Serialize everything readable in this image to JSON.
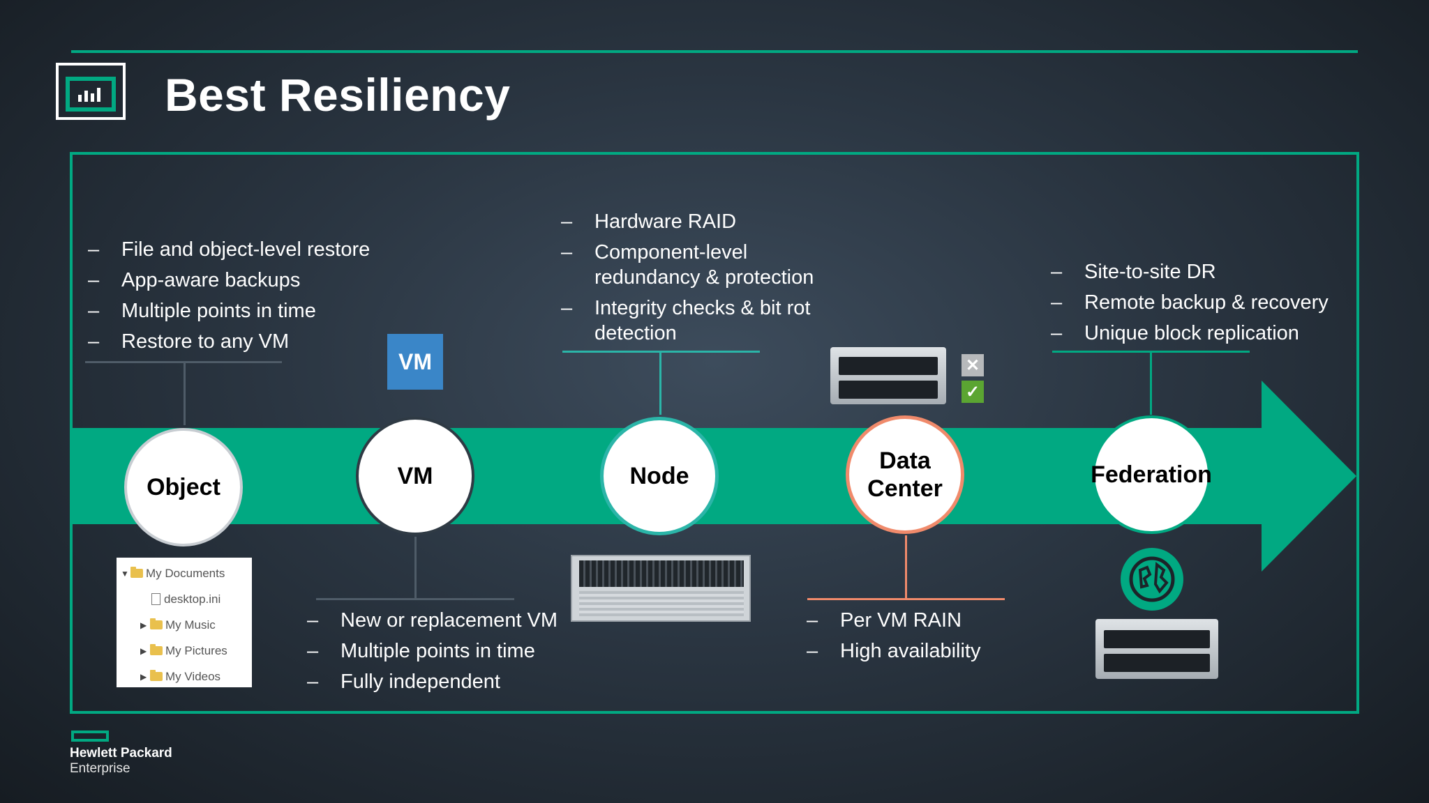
{
  "title": "Best Resiliency",
  "colors": {
    "accent": "#01a982",
    "background": "#2a3541",
    "dc_ring": "#f08a6b",
    "vm_badge": "#3a86c8"
  },
  "stages": [
    {
      "label": "Object",
      "bullets": [
        "File and object-level restore",
        "App-aware backups",
        "Multiple points in time",
        "Restore to any VM"
      ]
    },
    {
      "label": "VM",
      "badge": "VM",
      "bullets": [
        "New or replacement VM",
        "Multiple points in time",
        "Fully independent"
      ]
    },
    {
      "label": "Node",
      "bullets": [
        "Hardware RAID",
        "Component-level redundancy & protection",
        "Integrity checks & bit rot detection"
      ]
    },
    {
      "label_line1": "Data",
      "label_line2": "Center",
      "bullets": [
        "Per VM RAIN",
        "High availability"
      ]
    },
    {
      "label": "Federation",
      "bullets": [
        "Site-to-site DR",
        "Remote backup & recovery",
        "Unique block replication"
      ]
    }
  ],
  "explorer": {
    "items": [
      {
        "label": "My Documents",
        "icon": "folder-icon",
        "state": "expanded"
      },
      {
        "label": "desktop.ini",
        "icon": "file-icon",
        "state": "leaf"
      },
      {
        "label": "My Music",
        "icon": "folder-icon",
        "state": "collapsed"
      },
      {
        "label": "My Pictures",
        "icon": "folder-icon",
        "state": "collapsed"
      },
      {
        "label": "My Videos",
        "icon": "folder-icon",
        "state": "collapsed"
      }
    ]
  },
  "status_icons": {
    "fail": "✕",
    "ok": "✓"
  },
  "footer": {
    "brand_line1": "Hewlett Packard",
    "brand_line2": "Enterprise"
  }
}
